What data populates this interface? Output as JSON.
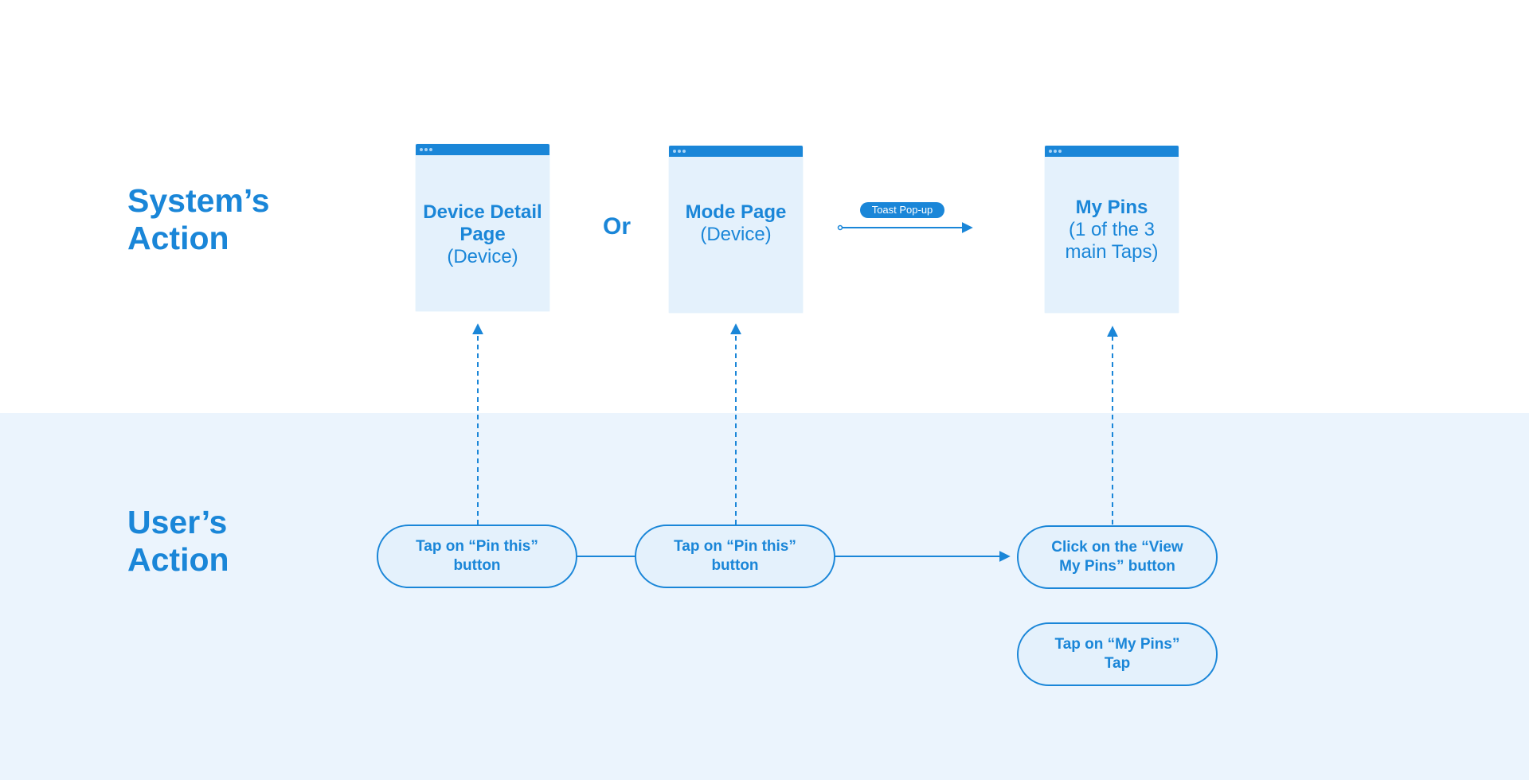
{
  "lanes": {
    "system_title": "System’s\nAction",
    "user_title": "User’s\nAction"
  },
  "system_pages": [
    {
      "bold": "Device Detail\nPage",
      "regular": "(Device)"
    },
    {
      "bold": "Mode Page",
      "regular": "(Device)"
    },
    {
      "bold": "My Pins",
      "regular": "(1 of the 3\nmain Taps)"
    }
  ],
  "or_label": "Or",
  "toast_label": "Toast Pop-up",
  "user_actions": [
    "Tap on “Pin this”\nbutton",
    "Tap on “Pin this”\nbutton",
    "Click on the “View\nMy Pins” button",
    "Tap on “My Pins”\nTap"
  ],
  "colors": {
    "accent": "#1a86d8",
    "box_fill": "#e4f1fc",
    "user_lane_bg": "#ebf4fd"
  }
}
